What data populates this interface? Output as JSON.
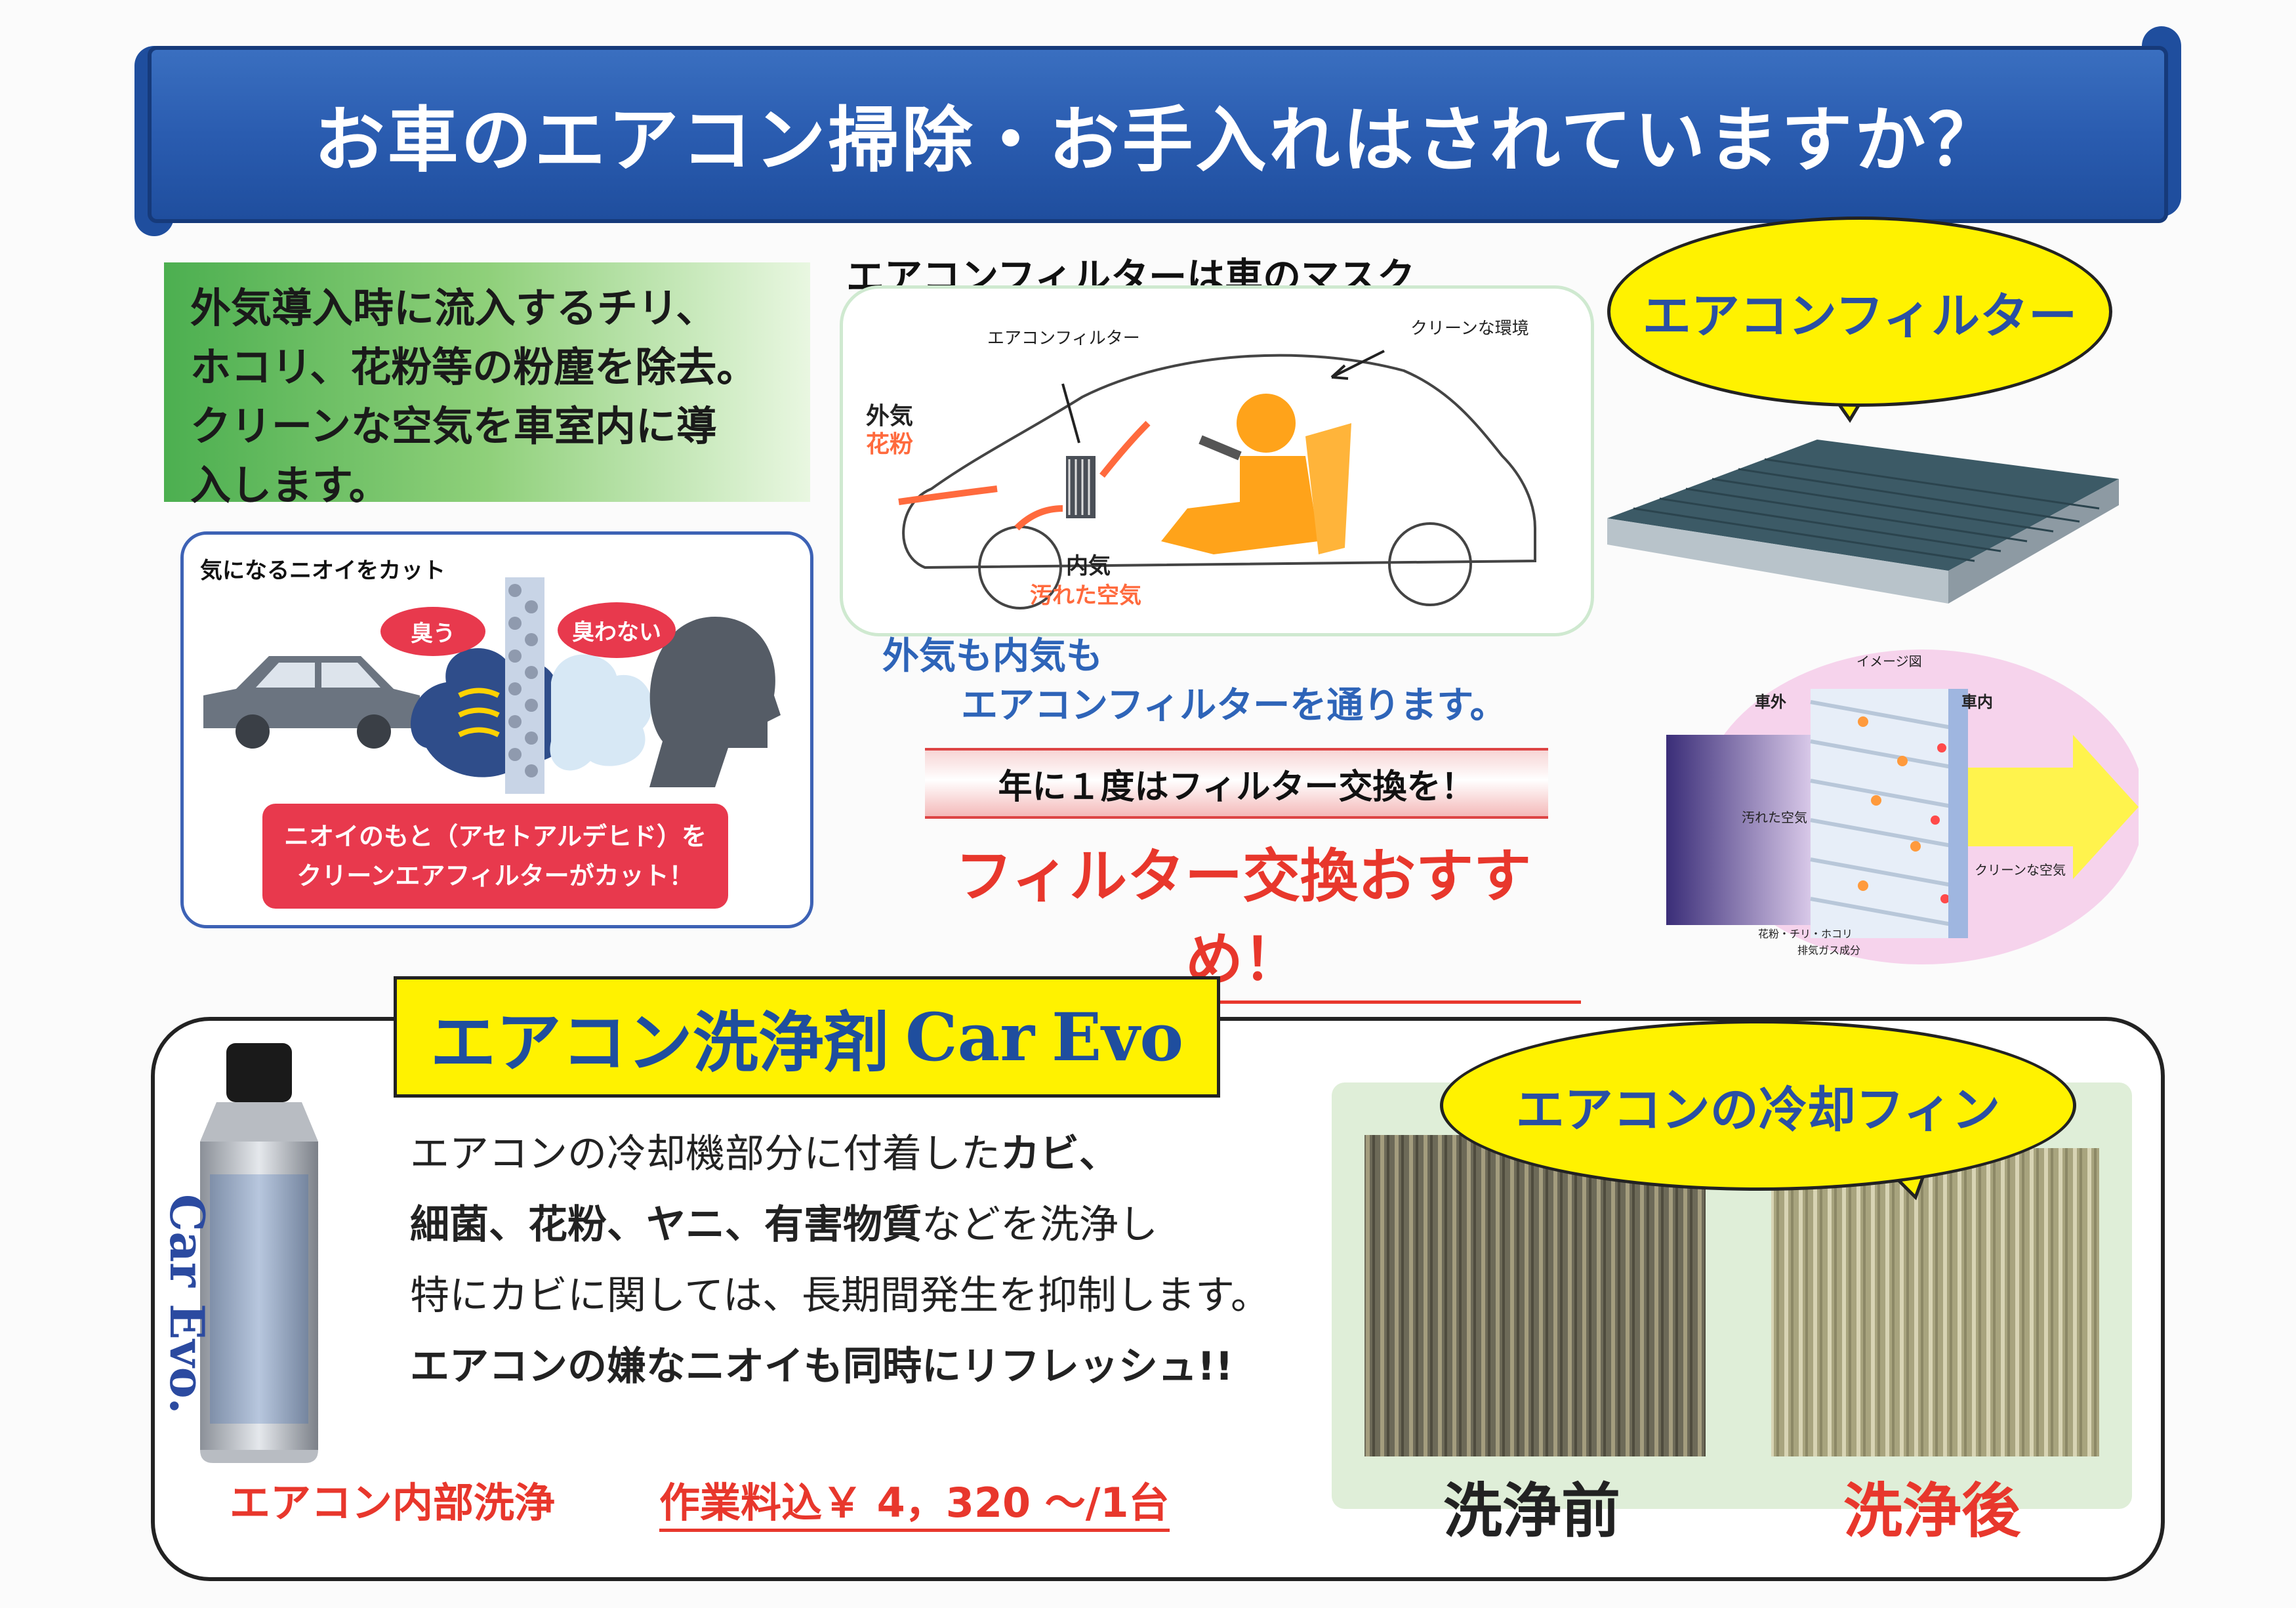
{
  "banner": {
    "title": "お車のエアコン掃除・お手入れはされていますか？"
  },
  "intro": {
    "lines": [
      "外気導入時に流入するチリ、",
      "ホコリ、花粉等の粉塵を除去。",
      "クリーンな空気を車室内に導",
      "入します。"
    ]
  },
  "odor": {
    "title": "気になるニオイをカット",
    "smelly": "臭う",
    "not_smelly": "臭わない",
    "banner_line1": "ニオイのもと（アセトアルデヒド）を",
    "banner_line2": "クリーンエアフィルターがカット！"
  },
  "mask": {
    "title": "エアコンフィルターは車のマスク",
    "label_filter": "エアコンフィルター",
    "label_clean": "クリーンな環境",
    "label_outside": "外気",
    "label_pollen": "花粉",
    "label_inside": "内気",
    "label_dirty": "汚れた空気",
    "pass_line1": "外気も内気も",
    "pass_line2": "エアコンフィルターを通ります。"
  },
  "yearly": "年に１度はフィルター交換を！",
  "recommend": "フィルター交換おすすめ！",
  "filter_bubble": "エアコンフィルター",
  "image_diagram": {
    "title": "イメージ図",
    "outside": "車外",
    "inside": "車内",
    "dirty": "汚れた空気",
    "clean": "クリーンな空気",
    "legend1": "花粉・チリ・ホコリ",
    "legend2": "排気ガス成分"
  },
  "product": {
    "label_jp": "エアコン洗浄剤",
    "label_en": "Car",
    "label_evo": "Evo",
    "bottle_brand": "Car Evo.",
    "desc": {
      "l1a": "エアコンの冷却機部分に付着した",
      "l1b": "カビ、",
      "l2a": "細菌、花粉、ヤニ、有害物質",
      "l2b": "などを洗浄し",
      "l3": "特にカビに関しては、長期間発生を抑制します。",
      "l4": "エアコンの嫌なニオイも同時にリフレッシュ!!"
    },
    "price_label": "エアコン内部洗浄",
    "price": "作業料込￥ 4，320 ～/1台"
  },
  "fin": {
    "bubble": "エアコンの冷却フィン",
    "before": "洗浄前",
    "after": "洗浄後"
  },
  "colors": {
    "banner": "#2a5cb0",
    "accent_red": "#e8372c",
    "bubble_yellow": "#fff200",
    "text_blue": "#2e64b8"
  }
}
